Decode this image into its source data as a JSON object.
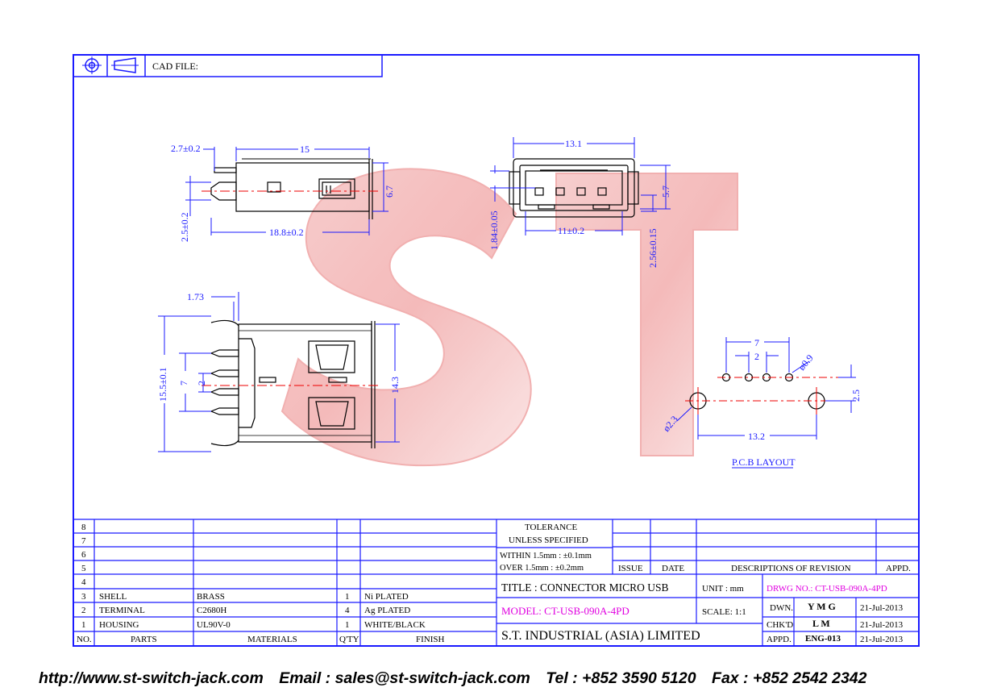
{
  "header": {
    "cad_file_label": "CAD FILE:"
  },
  "watermark": "ST",
  "dimensions": {
    "top_left": {
      "d1": "2.7±0.2",
      "d2": "15",
      "d3": "6.7",
      "d4": "2.5±0.2",
      "d5": "18.8±0.2"
    },
    "top_right": {
      "d1": "13.1",
      "d2": "5.7",
      "d3": "1.84±0.05",
      "d4": "11±0.2",
      "d5": "2.56±0.15"
    },
    "bottom_left": {
      "d1": "1.73",
      "d2": "15.5±0.1",
      "d3": "7",
      "d4": "2",
      "d5": "14.3"
    },
    "pcb": {
      "d1": "7",
      "d2": "2",
      "d3": "ø0.9",
      "d4": "2.5",
      "d5": "ø2.3",
      "d6": "13.2",
      "label": "P.C.B LAYOUT"
    }
  },
  "bom": {
    "row_numbers": [
      "8",
      "7",
      "6",
      "5",
      "4",
      "3",
      "2",
      "1"
    ],
    "rows": [
      {
        "no": "3",
        "part": "SHELL",
        "material": "BRASS",
        "qty": "1",
        "finish": "Ni PLATED"
      },
      {
        "no": "2",
        "part": "TERMINAL",
        "material": "C2680H",
        "qty": "4",
        "finish": "Ag PLATED"
      },
      {
        "no": "1",
        "part": "HOUSING",
        "material": "UL90V-0",
        "qty": "1",
        "finish": "WHITE/BLACK"
      }
    ],
    "headers": {
      "no": "NO.",
      "parts": "PARTS",
      "materials": "MATERIALS",
      "qty": "Q'TY",
      "finish": "FINISH"
    }
  },
  "tolerance": {
    "title": "TOLERANCE",
    "subtitle": "UNLESS   SPECIFIED",
    "within": "WITHIN  1.5mm : ±0.1mm",
    "over": "OVER    1.5mm : ±0.2mm"
  },
  "revision": {
    "issue": "ISSUE",
    "date": "DATE",
    "desc": "DESCRIPTIONS  OF  REVISION",
    "appd": "APPD."
  },
  "title_block": {
    "title": "TITLE : CONNECTOR MICRO USB",
    "unit": "UNIT :   mm",
    "drwg": "DRWG NO.: CT-USB-090A-4PD",
    "model": "MODEL: CT-USB-090A-4PD",
    "scale": "SCALE:  1:1",
    "company": "S.T.  INDUSTRIAL  (ASIA)  LIMITED",
    "dwn_label": "DWN.",
    "dwn_name": "Y M G",
    "dwn_date": "21-Jul-2013",
    "chkd_label": "CHK'D",
    "chkd_name": "L M",
    "chkd_date": "21-Jul-2013",
    "appd_label": "APPD.",
    "appd_name": "ENG-013",
    "appd_date": "21-Jul-2013"
  },
  "footer": {
    "url": "http://www.st-switch-jack.com",
    "email": "Email : sales@st-switch-jack.com",
    "tel": "Tel : +852 3590 5120",
    "fax": "Fax : +852 2542 2342"
  }
}
